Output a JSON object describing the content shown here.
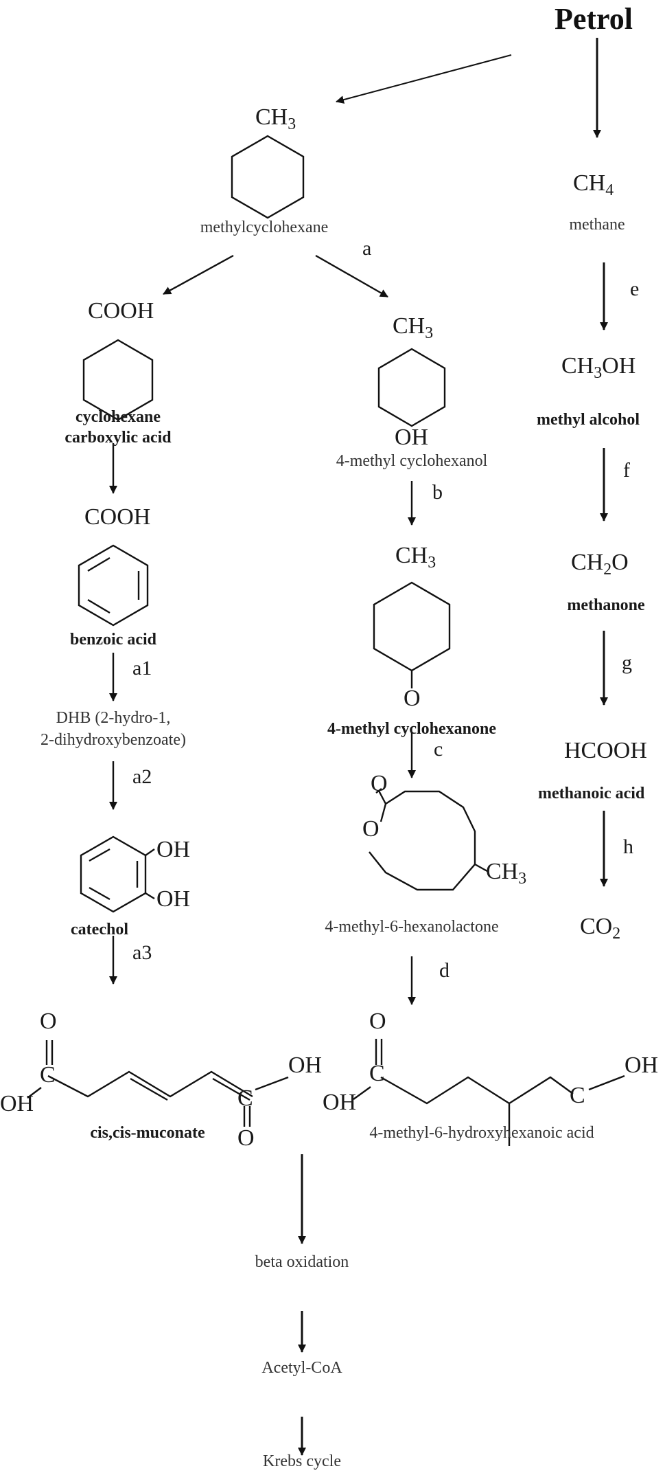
{
  "title": "Petrol",
  "compounds": {
    "methylcyclohexane": "methylcyclohexane",
    "cyclohexane_carboxylic_acid_1": "cyclohexane",
    "cyclohexane_carboxylic_acid_2": "carboxylic acid",
    "four_methyl_cyclohexanol": "4-methyl cyclohexanol",
    "benzoic_acid": "benzoic acid",
    "four_methyl_cyclohexanone": "4-methyl cyclohexanone",
    "dhb_1": "DHB (2-hydro-1,",
    "dhb_2": "2-dihydroxybenzoate)",
    "catechol": "catechol",
    "four_methyl_6_hexanolactone": "4-methyl-6-hexanolactone",
    "muconate": "cis,cis-muconate",
    "four_methyl_6_hydroxyhexanoic_acid": "4-methyl-6-hydroxyhexanoic acid",
    "methane": "methane",
    "methyl_alcohol": "methyl alcohol",
    "methanone": "methanone",
    "methanoic_acid": "methanoic acid",
    "beta_oxidation": "beta oxidation",
    "acetyl_coa": "Acetyl-CoA",
    "krebs_cycle": "Krebs cycle"
  },
  "formulas": {
    "ch3_base": "CH",
    "ch3_sub": "3",
    "ch4_base": "CH",
    "ch4_sub": "4",
    "ch3oh_a": "CH",
    "ch3oh_sub": "3",
    "ch3oh_b": "OH",
    "ch2o_a": "CH",
    "ch2o_sub": "2",
    "ch2o_b": "O",
    "hcooh": "HCOOH",
    "co2_a": "CO",
    "co2_sub": "2",
    "cooh": "COOH",
    "oh": "OH",
    "o": "O",
    "c": "C"
  },
  "steps": {
    "a": "a",
    "b": "b",
    "c": "c",
    "d": "d",
    "e": "e",
    "f": "f",
    "g": "g",
    "h": "h",
    "a1": "a1",
    "a2": "a2",
    "a3": "a3"
  }
}
